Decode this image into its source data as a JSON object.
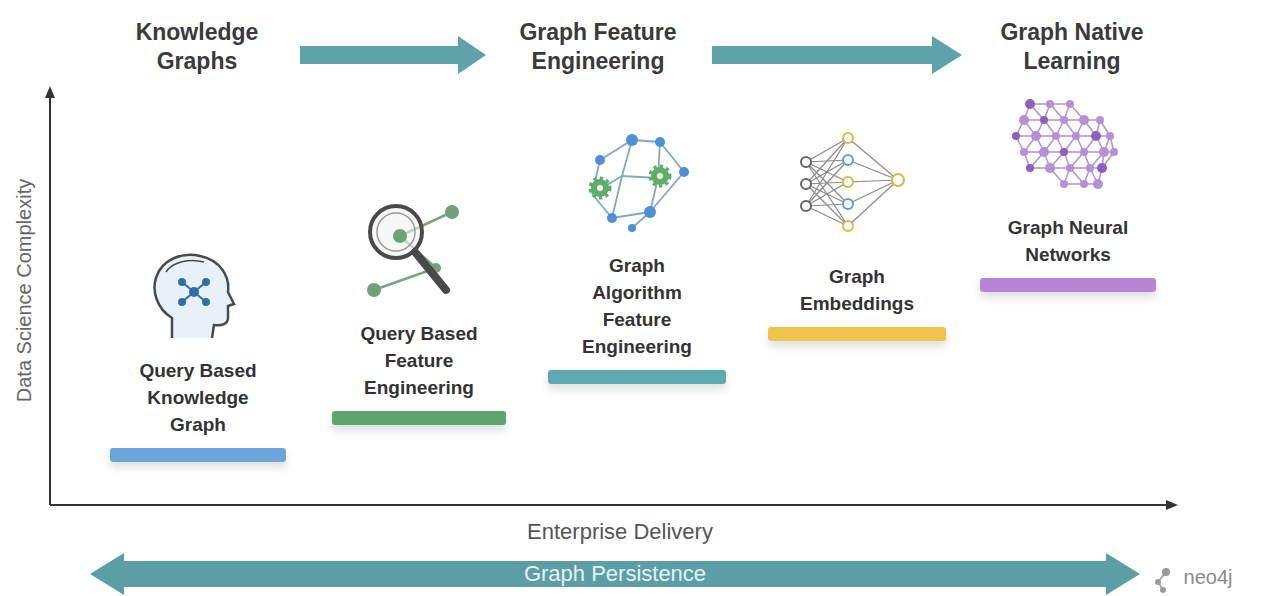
{
  "diagram": {
    "nodes": [
      {
        "text": [
          "Query Based Knowledge Graph"
        ]
      },
      {
        "text": [
          "Query Based Feature Engineering"
        ]
      },
      {
        "text": [
          "Graph Algorithm Feature Engineering"
        ]
      },
      {
        "text": [
          "Graph Embeddings"
        ]
      },
      {
        "text": [
          "Graph Neural Networks"
        ]
      },
      {
        "text": [
          "Graph Persistence"
        ]
      }
    ],
    "labels": [
      "Knowledge Graphs",
      "Graph Feature Engineering",
      "Graph Native Learning",
      "Data Science Complexity",
      "Enterprise Delivery",
      "neo4j"
    ]
  }
}
